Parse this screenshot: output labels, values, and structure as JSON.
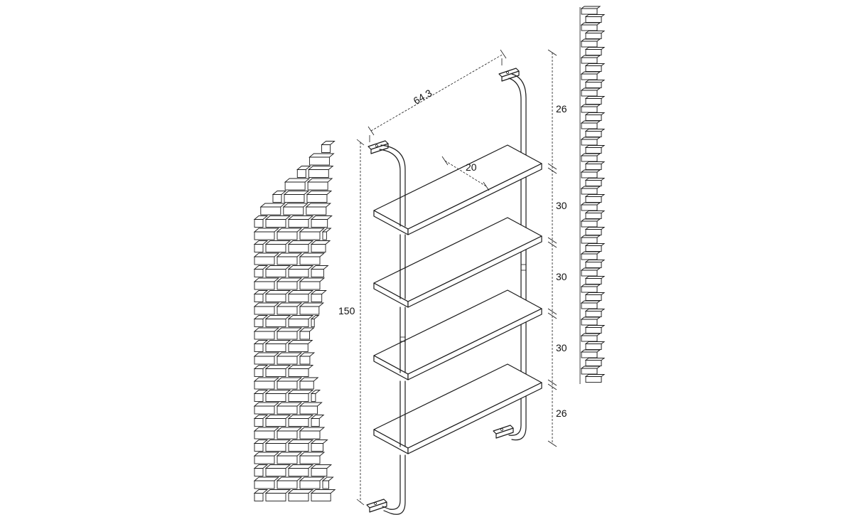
{
  "diagram": {
    "dimensions": {
      "width": "64.3",
      "depth": "20",
      "total_height": "150",
      "segments": [
        "26",
        "30",
        "30",
        "30",
        "26"
      ]
    },
    "shelf_count": 4,
    "colors": {
      "ink": "#1a1a1a",
      "background": "#ffffff"
    }
  }
}
